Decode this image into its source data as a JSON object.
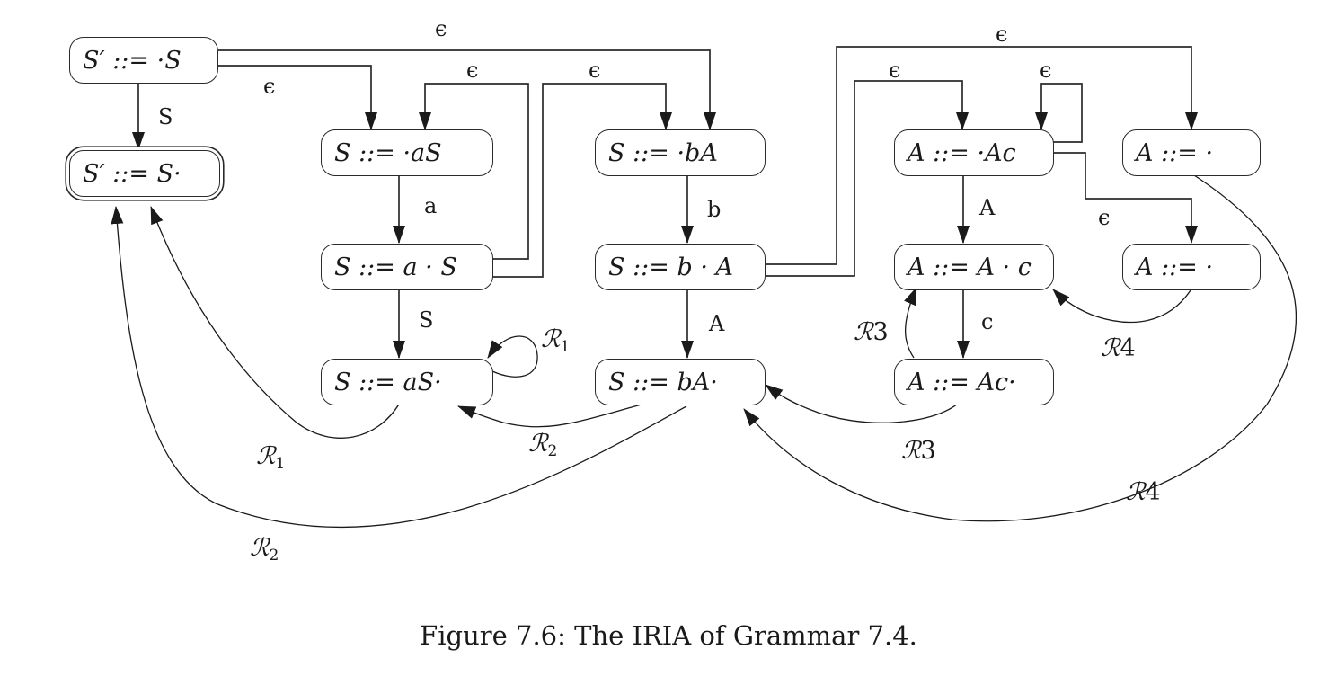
{
  "figure": {
    "caption": "Figure 7.6: The IRIA of Grammar 7.4.",
    "nodes": [
      {
        "id": "n0",
        "text": "S′ ::= ·S",
        "accepting": false
      },
      {
        "id": "n1",
        "text": "S′ ::= S·",
        "accepting": true
      },
      {
        "id": "n2",
        "text": "S ::= ·aS",
        "accepting": false
      },
      {
        "id": "n3",
        "text": "S ::= a · S",
        "accepting": false
      },
      {
        "id": "n4",
        "text": "S ::= aS·",
        "accepting": false
      },
      {
        "id": "n5",
        "text": "S ::= ·bA",
        "accepting": false
      },
      {
        "id": "n6",
        "text": "S ::= b · A",
        "accepting": false
      },
      {
        "id": "n7",
        "text": "S ::= bA·",
        "accepting": false
      },
      {
        "id": "n8",
        "text": "A ::= ·Ac",
        "accepting": false
      },
      {
        "id": "n9",
        "text": "A ::= A · c",
        "accepting": false
      },
      {
        "id": "n10",
        "text": "A ::= Ac·",
        "accepting": false
      },
      {
        "id": "n11",
        "text": "A ::= ·",
        "accepting": false
      },
      {
        "id": "n12",
        "text": "A ::= ·",
        "accepting": false
      }
    ],
    "edges": [
      {
        "from": "n0",
        "to": "n1",
        "label": "S",
        "kind": "symbol"
      },
      {
        "from": "n0",
        "to": "n2",
        "label": "ϵ",
        "kind": "epsilon"
      },
      {
        "from": "n0",
        "to": "n5",
        "label": "ϵ",
        "kind": "epsilon"
      },
      {
        "from": "n2",
        "to": "n3",
        "label": "a",
        "kind": "symbol"
      },
      {
        "from": "n3",
        "to": "n2",
        "label": "ϵ",
        "kind": "epsilon"
      },
      {
        "from": "n3",
        "to": "n5",
        "label": "ϵ",
        "kind": "epsilon"
      },
      {
        "from": "n3",
        "to": "n4",
        "label": "S",
        "kind": "symbol"
      },
      {
        "from": "n5",
        "to": "n6",
        "label": "b",
        "kind": "symbol"
      },
      {
        "from": "n6",
        "to": "n7",
        "label": "A",
        "kind": "symbol"
      },
      {
        "from": "n6",
        "to": "n8",
        "label": "ϵ",
        "kind": "epsilon"
      },
      {
        "from": "n6",
        "to": "n11",
        "label": "ϵ",
        "kind": "epsilon"
      },
      {
        "from": "n8",
        "to": "n8",
        "label": "ϵ",
        "kind": "epsilon"
      },
      {
        "from": "n8",
        "to": "n12",
        "label": "ϵ",
        "kind": "epsilon"
      },
      {
        "from": "n8",
        "to": "n9",
        "label": "A",
        "kind": "symbol"
      },
      {
        "from": "n9",
        "to": "n10",
        "label": "c",
        "kind": "symbol"
      },
      {
        "from": "n4",
        "to": "n4",
        "label": "R1",
        "kind": "reduction"
      },
      {
        "from": "n4",
        "to": "n1",
        "label": "R1",
        "kind": "reduction"
      },
      {
        "from": "n7",
        "to": "n4",
        "label": "R2",
        "kind": "reduction"
      },
      {
        "from": "n7",
        "to": "n1",
        "label": "R2",
        "kind": "reduction"
      },
      {
        "from": "n10",
        "to": "n9",
        "label": "R3",
        "kind": "reduction"
      },
      {
        "from": "n10",
        "to": "n7",
        "label": "R3",
        "kind": "reduction"
      },
      {
        "from": "n12",
        "to": "n9",
        "label": "R4",
        "kind": "reduction"
      },
      {
        "from": "n11",
        "to": "n7",
        "label": "R4",
        "kind": "reduction"
      }
    ]
  }
}
